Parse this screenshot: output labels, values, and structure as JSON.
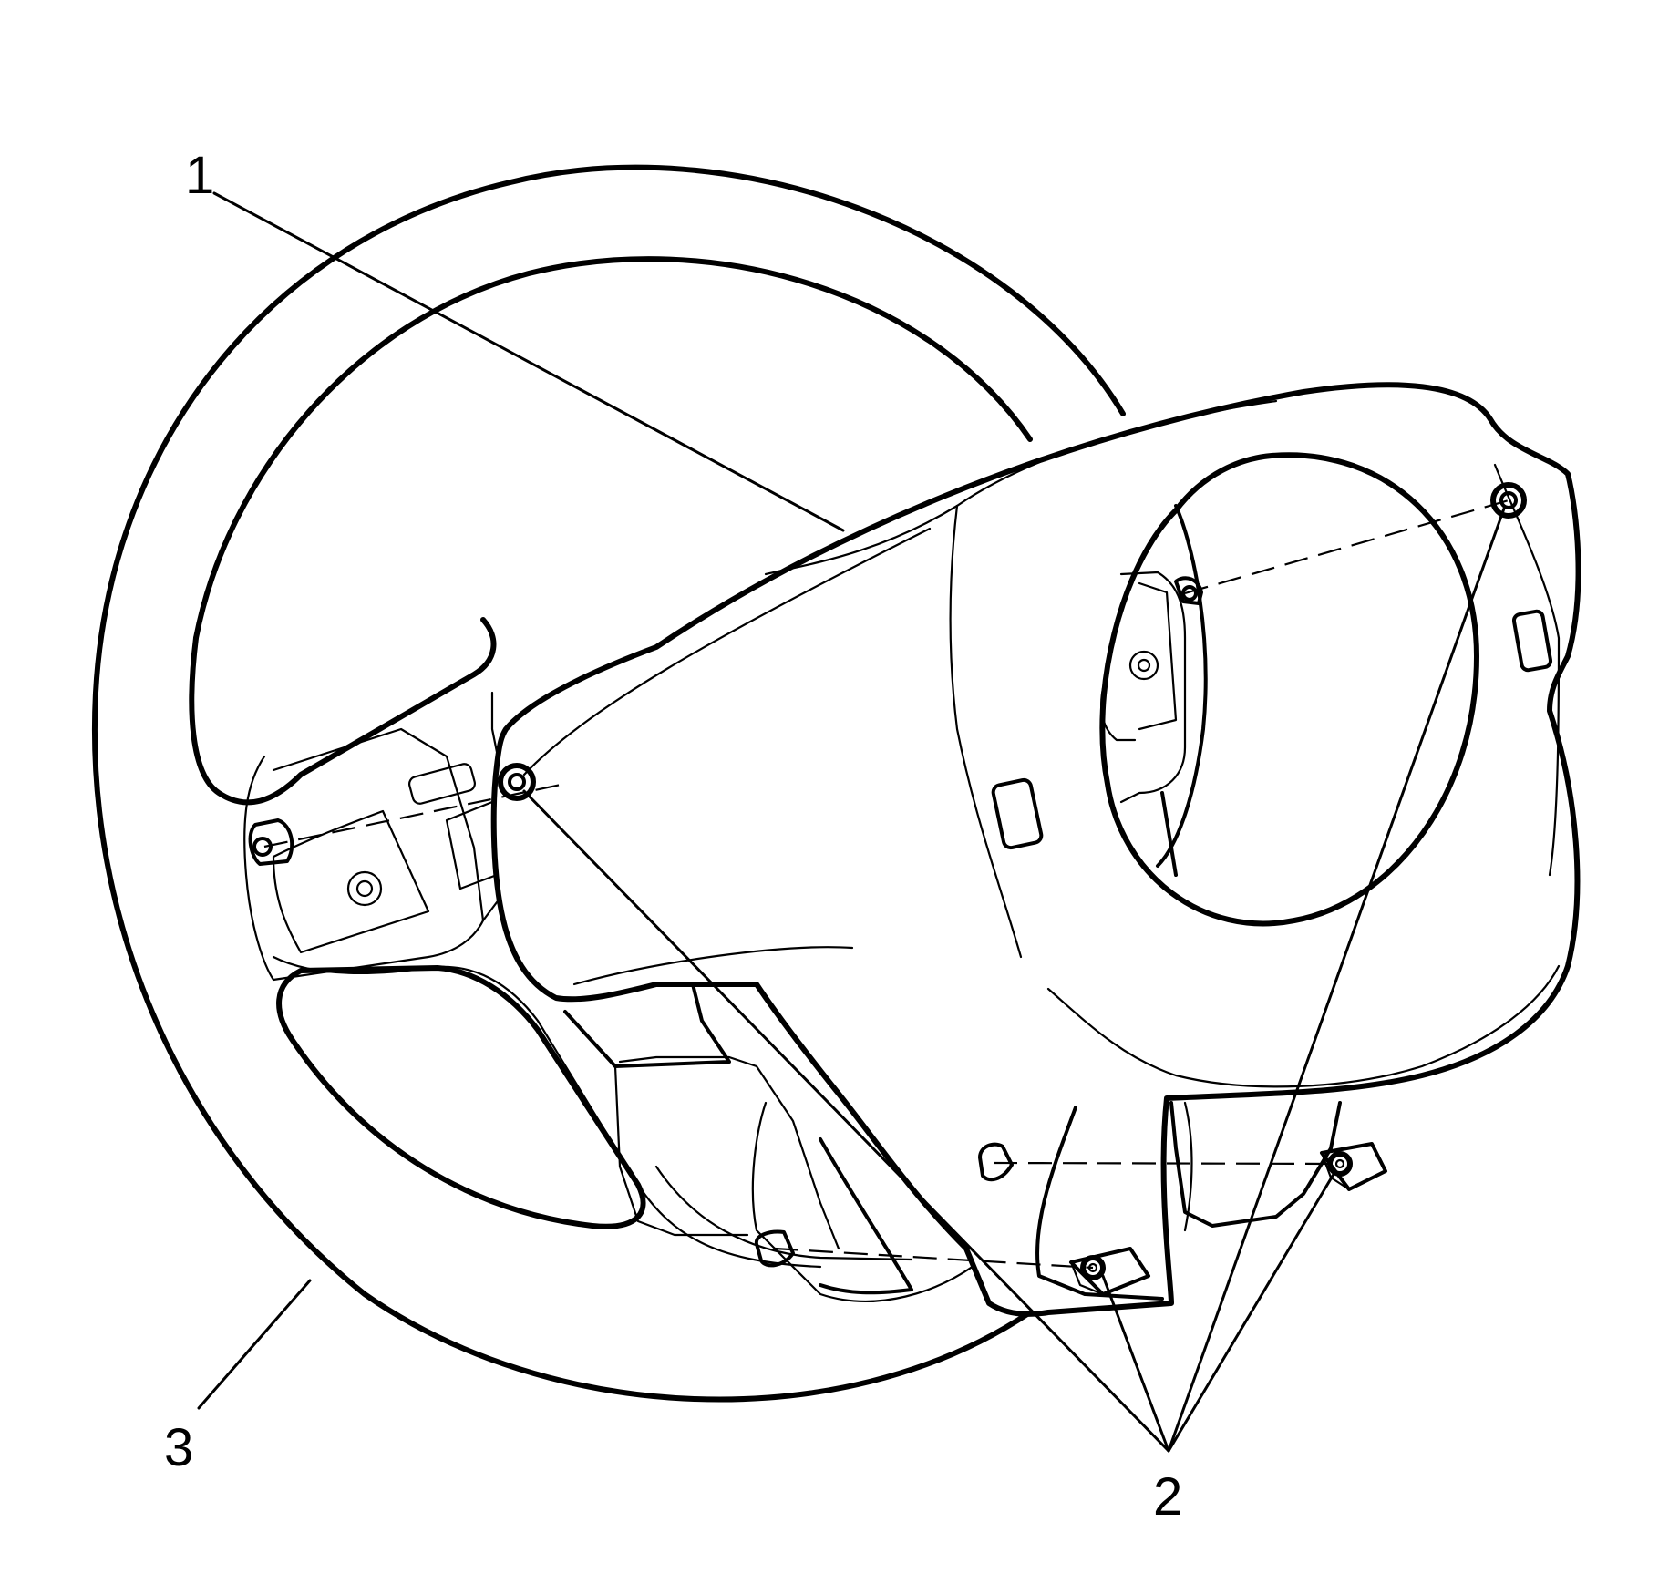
{
  "diagram": {
    "callouts": [
      {
        "id": "1",
        "label": "1",
        "part": "steering-column-cover"
      },
      {
        "id": "2",
        "label": "2",
        "part": "fasteners"
      },
      {
        "id": "3",
        "label": "3",
        "part": "steering-wheel"
      }
    ],
    "line_color": "#000000",
    "background_color": "#ffffff"
  }
}
